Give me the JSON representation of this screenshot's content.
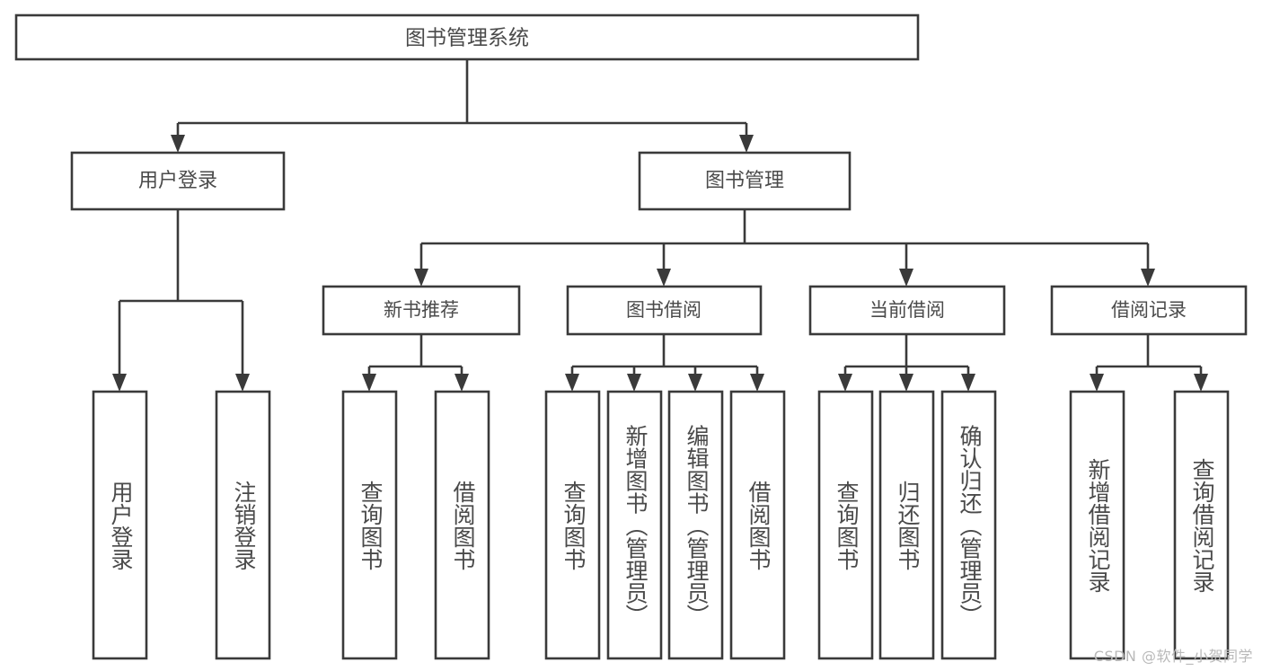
{
  "diagram": {
    "type": "tree",
    "title": "图书管理系统",
    "watermark": "CSDN @软件_小贺同学",
    "colors": {
      "stroke": "#3a3a3a",
      "text": "#4a4a4a",
      "background": "#ffffff",
      "watermark": "#b9b9b9"
    },
    "root": {
      "label": "图书管理系统"
    },
    "level2": [
      {
        "id": "user-login",
        "label": "用户登录"
      },
      {
        "id": "book-manage",
        "label": "图书管理"
      }
    ],
    "level3": [
      {
        "id": "new-book-rec",
        "label": "新书推荐"
      },
      {
        "id": "book-borrow",
        "label": "图书借阅"
      },
      {
        "id": "current-borrow",
        "label": "当前借阅"
      },
      {
        "id": "borrow-record",
        "label": "借阅记录"
      }
    ],
    "leaves": {
      "user_login": [
        {
          "id": "leaf-user-login",
          "label": "用户登录"
        },
        {
          "id": "leaf-logout",
          "label": "注销登录"
        }
      ],
      "new_book_rec": [
        {
          "id": "leaf-query-book-1",
          "label": "查询图书"
        },
        {
          "id": "leaf-borrow-book-1",
          "label": "借阅图书"
        }
      ],
      "book_borrow": [
        {
          "id": "leaf-query-book-2",
          "label": "查询图书"
        },
        {
          "id": "leaf-add-book",
          "label": "新增图书（管理员）"
        },
        {
          "id": "leaf-edit-book",
          "label": "编辑图书（管理员）"
        },
        {
          "id": "leaf-borrow-book-2",
          "label": "借阅图书"
        }
      ],
      "current_borrow": [
        {
          "id": "leaf-query-book-3",
          "label": "查询图书"
        },
        {
          "id": "leaf-return-book",
          "label": "归还图书"
        },
        {
          "id": "leaf-confirm-return",
          "label": "确认归还（管理员）"
        }
      ],
      "borrow_record": [
        {
          "id": "leaf-add-record",
          "label": "新增借阅记录"
        },
        {
          "id": "leaf-query-record",
          "label": "查询借阅记录"
        }
      ]
    }
  }
}
